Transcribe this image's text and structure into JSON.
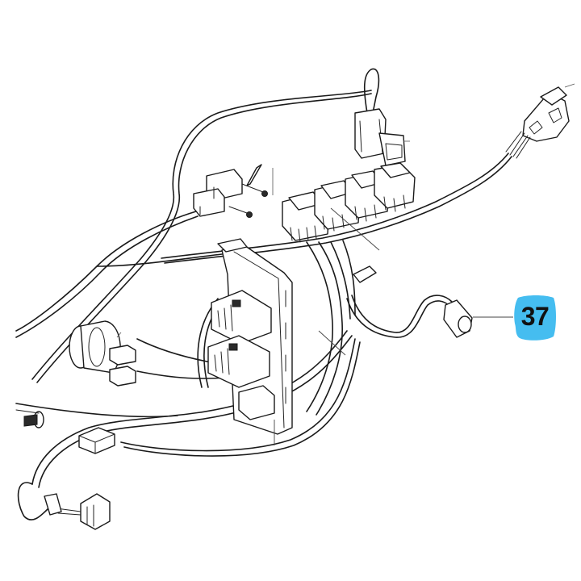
{
  "diagram": {
    "type": "exploded parts view - wiring harness",
    "background": "#ffffff",
    "line_color": "#1a1a1a",
    "components": [
      {
        "name": "switch-bank",
        "count": 4,
        "label": "rocker switch connectors"
      },
      {
        "name": "fuse-relay-box",
        "label": "central junction block with stacked connectors"
      },
      {
        "name": "loop-clip-connector",
        "label": "connector with looped wire and bracket"
      },
      {
        "name": "inline-connector-pair",
        "label": "two-piece inline connector with screws"
      },
      {
        "name": "multi-pin-connector-top-right",
        "label": "multi-pin plug at harness end"
      },
      {
        "name": "cylindrical-sensor",
        "label": "round sensor with twin connectors"
      },
      {
        "name": "ground-stud",
        "label": "ring terminal ground stud"
      },
      {
        "name": "bottom-plug",
        "label": "rectangular plug at harness end"
      },
      {
        "name": "small-barrel-connector",
        "label": "part 37 barrel connector"
      }
    ],
    "callouts": [
      {
        "number": "37",
        "color": "#45bdf0",
        "text_color": "#111111",
        "target": "small-barrel-connector"
      }
    ]
  }
}
